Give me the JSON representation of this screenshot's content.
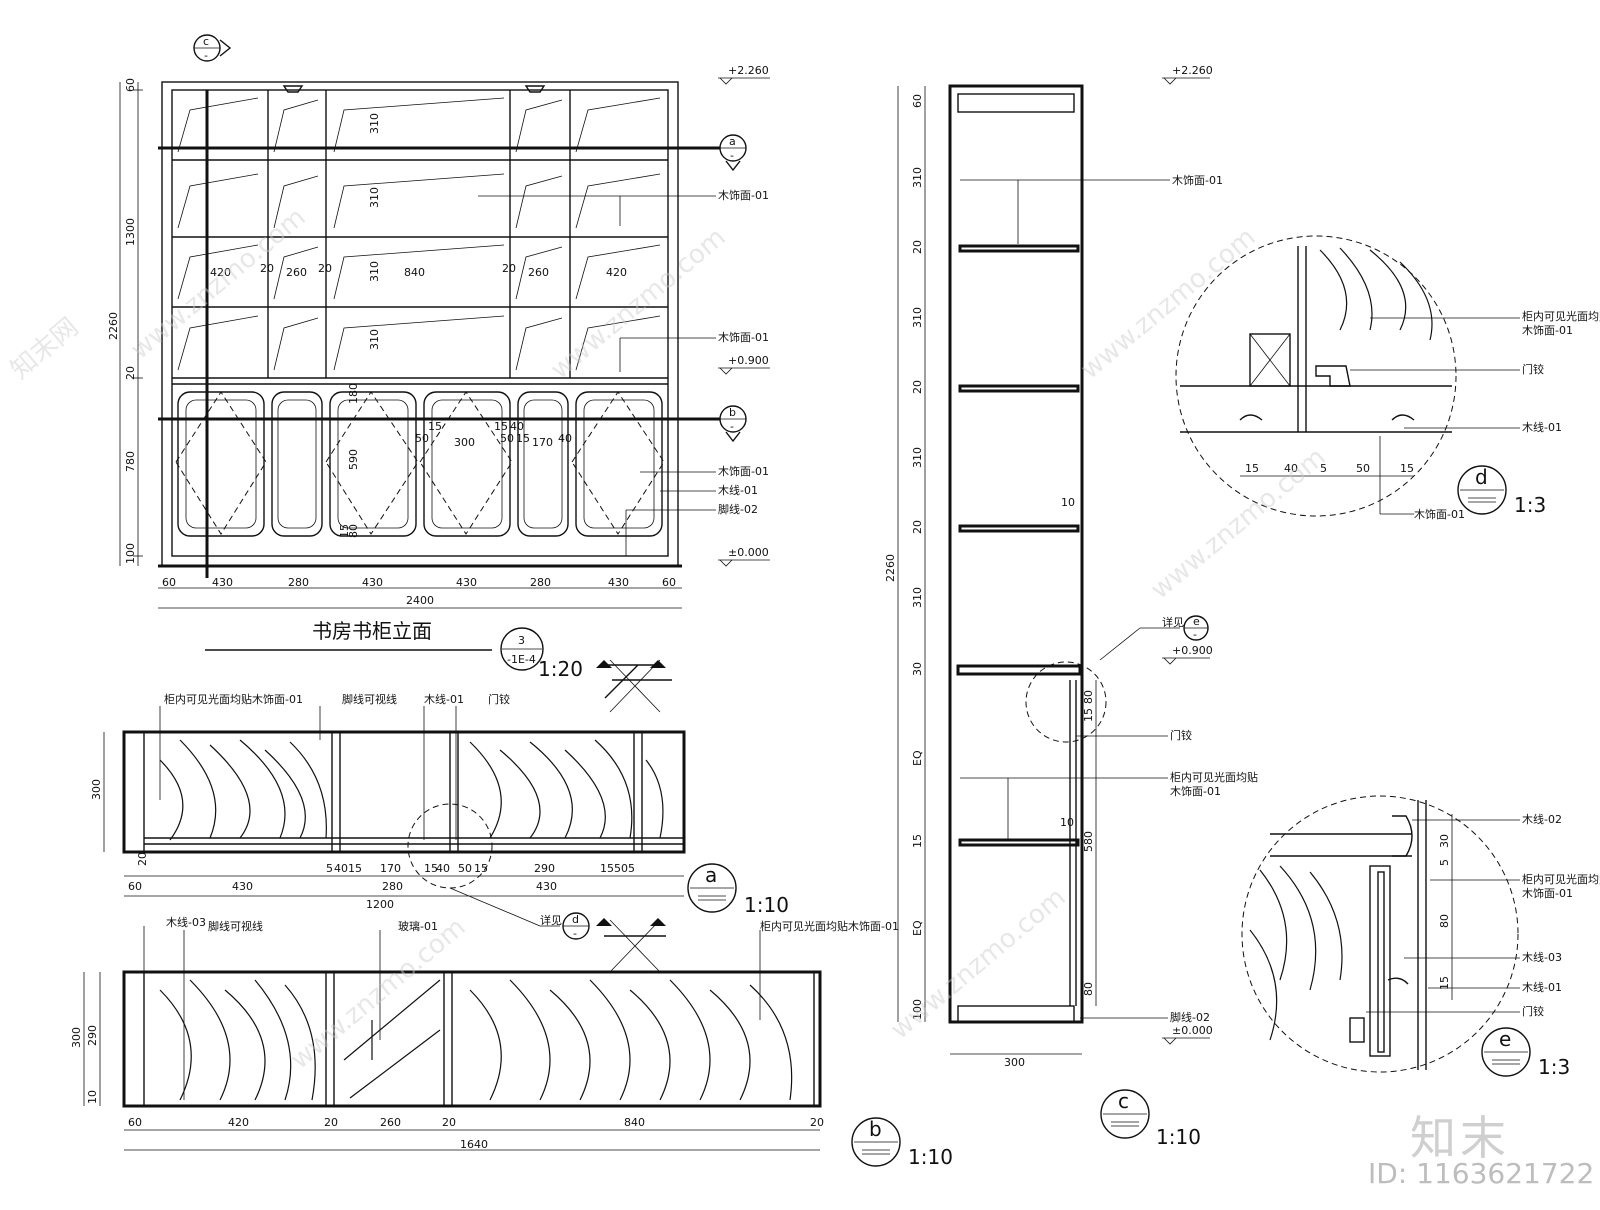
{
  "elevation": {
    "title": "书房书柜立面",
    "ref_top": "3",
    "ref_bottom": "-1E-4",
    "scale": "1:20",
    "level_top": "+2.260",
    "level_mid": "+0.900",
    "level_base": "±0.000",
    "callouts": {
      "c": "c",
      "a": "a",
      "b": "b",
      "dash": "-"
    },
    "labels": {
      "wood_01a": "木饰面-01",
      "wood_01b": "木饰面-01",
      "wood_01c": "木饰面-01",
      "trim_01": "木线-01",
      "foot_02": "脚线-02"
    },
    "dims_left": [
      "60",
      "1300",
      "2260",
      "20",
      "780",
      "100"
    ],
    "dims_bottom": [
      "60",
      "430",
      "280",
      "430",
      "430",
      "280",
      "430",
      "60"
    ],
    "total_width": "2400",
    "dims_upper": [
      "420",
      "20",
      "260",
      "20",
      "840",
      "20",
      "260",
      "420"
    ],
    "dims_shelf": [
      "310",
      "310",
      "310",
      "310"
    ],
    "dims_door": [
      "50",
      "15",
      "300",
      "15",
      "40",
      "50",
      "15",
      "170",
      "40",
      "180",
      "590",
      "80",
      "15"
    ]
  },
  "section_a": {
    "id": "a",
    "scale": "1:10",
    "labels": {
      "l1": "柜内可见光面均贴木饰面-01",
      "l2": "脚线可视线",
      "l3": "木线-01",
      "l4": "门铰",
      "see": "详见",
      "see_ref": "d"
    },
    "height": "300",
    "dims_small": [
      "20",
      "5",
      "40",
      "15",
      "170",
      "15",
      "40",
      "50",
      "15",
      "290",
      "15",
      "50",
      "5"
    ],
    "dims_mid": [
      "60",
      "430",
      "280",
      "430"
    ],
    "total": "1200"
  },
  "section_b": {
    "id": "b",
    "scale": "1:10",
    "labels": {
      "l1": "木线-03",
      "l2": "脚线可视线",
      "l3": "玻璃-01",
      "l4": "柜内可见光面均贴木饰面-01"
    },
    "height_outer": "300",
    "height_inner": "290",
    "height_base": "10",
    "dims": [
      "60",
      "420",
      "20",
      "260",
      "20",
      "840",
      "20"
    ],
    "total": "1640"
  },
  "section_c": {
    "id": "c",
    "scale": "1:10",
    "level_top": "+2.260",
    "level_mid": "+0.900",
    "level_base": "±0.000",
    "labels": {
      "wood_01": "木饰面-01",
      "see": "详见",
      "see_ref": "e",
      "hinge": "门铰",
      "l_inner": "柜内可见光面均贴",
      "l_inner2": "木饰面-01",
      "foot": "脚线-02"
    },
    "dims_left": [
      "60",
      "310",
      "20",
      "310",
      "20",
      "310",
      "20",
      "310",
      "30",
      "EQ",
      "15",
      "EQ",
      "100"
    ],
    "total_height": "2260",
    "dims_right": [
      "80",
      "15",
      "10",
      "10",
      "580",
      "80"
    ],
    "width": "300"
  },
  "detail_d": {
    "id": "d",
    "scale": "1:3",
    "labels": {
      "l1": "柜内可见光面均贴",
      "l2": "木饰面-01",
      "l3": "门铰",
      "l4": "木线-01",
      "l5": "木饰面-01"
    },
    "dims": [
      "15",
      "40",
      "5",
      "50",
      "15"
    ]
  },
  "detail_e": {
    "id": "e",
    "scale": "1:3",
    "labels": {
      "l1": "木线-02",
      "l2": "柜内可见光面均贴",
      "l3": "木饰面-01",
      "l4": "木线-03",
      "l5": "木线-01",
      "l6": "门铰"
    },
    "dims": [
      "30",
      "5",
      "80",
      "15"
    ]
  },
  "watermark": {
    "brand": "知末",
    "id": "ID: 1163621722",
    "site": "www.znzmo.com",
    "site_cn": "知末网"
  }
}
